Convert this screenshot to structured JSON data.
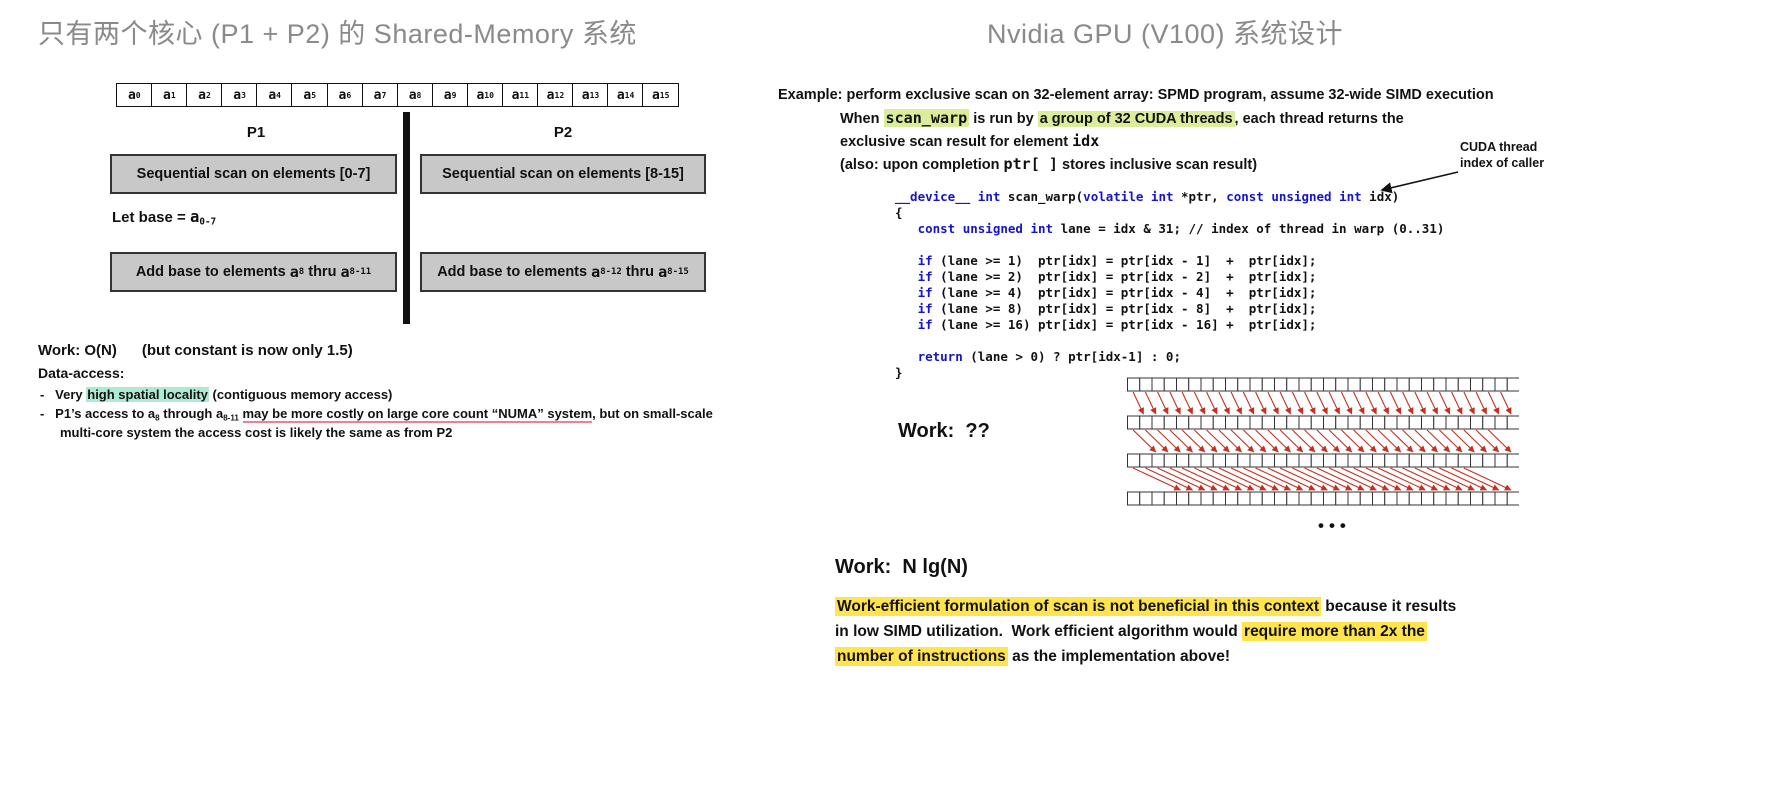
{
  "colors": {
    "hl_yellow": "#ffe44d",
    "hl_green": "#d9ed9b",
    "hl_teal": "#aeead2",
    "kw_blue": "#1414cc",
    "arrow_red": "#c53022",
    "underline_pink": "#f0808f",
    "title_gray": "#8a8a8a",
    "box_gray": "#c8c8c8"
  },
  "left": {
    "title": "只有两个核心 (P1 + P2) 的 Shared-Memory 系统",
    "array": {
      "prefix": "a",
      "subs": [
        "0",
        "1",
        "2",
        "3",
        "4",
        "5",
        "6",
        "7",
        "8",
        "9",
        "10",
        "11",
        "12",
        "13",
        "14",
        "15"
      ]
    },
    "p1_label": "P1",
    "p2_label": "P2",
    "box_p1_scan": "Sequential scan on elements [0-7]",
    "box_p2_scan": "Sequential scan on elements [8-15]",
    "let_base": [
      {
        "t": "Let base = "
      },
      {
        "t": "a",
        "cls": "m"
      },
      {
        "t": "0-7",
        "cls": "m sub"
      }
    ],
    "box_p1_add": [
      {
        "t": "Add base to elements "
      },
      {
        "t": "a",
        "cls": "m"
      },
      {
        "t": "8",
        "cls": "m sub"
      },
      {
        "t": " thru "
      },
      {
        "t": "a",
        "cls": "m"
      },
      {
        "t": "8-11",
        "cls": "m sub"
      }
    ],
    "box_p2_add": [
      {
        "t": "Add base to elements "
      },
      {
        "t": "a",
        "cls": "m"
      },
      {
        "t": "8-12",
        "cls": "m sub"
      },
      {
        "t": " thru "
      },
      {
        "t": "a",
        "cls": "m"
      },
      {
        "t": "8-15",
        "cls": "m sub"
      }
    ],
    "work_line": "Work: O(N)      (but constant is now only 1.5)",
    "data_access_label": "Data-access:",
    "bullet1": [
      {
        "t": "-   Very "
      },
      {
        "t": "high spatial locality",
        "cls": "hl-teal"
      },
      {
        "t": " (contiguous memory access)"
      }
    ],
    "bullet2_line1": [
      {
        "t": "-   P1’s access to "
      },
      {
        "t": "a"
      },
      {
        "t": "8",
        "cls": "sub"
      },
      {
        "t": " through "
      },
      {
        "t": "a"
      },
      {
        "t": "8-11",
        "cls": "sub"
      },
      {
        "t": " "
      },
      {
        "t": "may be more costly on large core count “NUMA” system",
        "cls": "ul-pink"
      },
      {
        "t": ", but on small-scale"
      }
    ],
    "bullet2_line2": "multi-core system the access cost is likely the same as from P2"
  },
  "right": {
    "title": "Nvidia GPU (V100) 系统设计",
    "intro_line1": "Example: perform exclusive scan on 32-element array: SPMD program, assume 32-wide SIMD execution",
    "intro_line2": [
      {
        "t": "When "
      },
      {
        "t": "scan_warp",
        "cls": "m hl-green"
      },
      {
        "t": " is run by "
      },
      {
        "t": "a group of 32 CUDA threads",
        "cls": "hl-green"
      },
      {
        "t": ", each thread returns the"
      }
    ],
    "intro_line3": [
      {
        "t": "exclusive scan result for element "
      },
      {
        "t": "idx",
        "cls": "m"
      }
    ],
    "intro_line4": [
      {
        "t": "(also: upon completion "
      },
      {
        "t": "ptr[ ]",
        "cls": "m"
      },
      {
        "t": " stores inclusive scan result)"
      }
    ],
    "cuda_note_line1": "CUDA thread",
    "cuda_note_line2": "index of caller",
    "code_lines": [
      [
        {
          "t": "__device__",
          "cls": "kw"
        },
        {
          "t": " "
        },
        {
          "t": "int",
          "cls": "kw"
        },
        {
          "t": " scan_warp("
        },
        {
          "t": "volatile",
          "cls": "kw"
        },
        {
          "t": " "
        },
        {
          "t": "int",
          "cls": "kw"
        },
        {
          "t": " *ptr, "
        },
        {
          "t": "const unsigned int",
          "cls": "kw"
        },
        {
          "t": " idx)"
        }
      ],
      [
        {
          "t": "{"
        }
      ],
      [
        {
          "t": "   "
        },
        {
          "t": "const unsigned int",
          "cls": "kw"
        },
        {
          "t": " lane = idx & 31; // index of thread in warp (0..31)"
        }
      ],
      [
        {
          "t": ""
        }
      ],
      [
        {
          "t": "   "
        },
        {
          "t": "if",
          "cls": "kw"
        },
        {
          "t": " (lane >= 1)  ptr[idx] = ptr[idx - 1]  +  ptr[idx];"
        }
      ],
      [
        {
          "t": "   "
        },
        {
          "t": "if",
          "cls": "kw"
        },
        {
          "t": " (lane >= 2)  ptr[idx] = ptr[idx - 2]  +  ptr[idx];"
        }
      ],
      [
        {
          "t": "   "
        },
        {
          "t": "if",
          "cls": "kw"
        },
        {
          "t": " (lane >= 4)  ptr[idx] = ptr[idx - 4]  +  ptr[idx];"
        }
      ],
      [
        {
          "t": "   "
        },
        {
          "t": "if",
          "cls": "kw"
        },
        {
          "t": " (lane >= 8)  ptr[idx] = ptr[idx - 8]  +  ptr[idx];"
        }
      ],
      [
        {
          "t": "   "
        },
        {
          "t": "if",
          "cls": "kw"
        },
        {
          "t": " (lane >= 16) ptr[idx] = ptr[idx - 16] +  ptr[idx];"
        }
      ],
      [
        {
          "t": ""
        }
      ],
      [
        {
          "t": "   "
        },
        {
          "t": "return",
          "cls": "kw"
        },
        {
          "t": " (lane > 0) ? ptr[idx-1] : 0;"
        }
      ],
      [
        {
          "t": "}"
        }
      ]
    ],
    "work_q": "Work:  ??",
    "work_n": "Work:  N lg(N)",
    "diagram": {
      "cols": 32,
      "rows": 4,
      "steps": [
        1,
        2,
        4
      ],
      "ellipsis": "•••",
      "arrow_color": "#c53022"
    },
    "conclusion": [
      [
        {
          "t": "Work-efficient formulation of scan is not beneficial in this context",
          "cls": "hl-y"
        },
        {
          "t": " because it results"
        }
      ],
      [
        {
          "t": "in low SIMD utilization.  Work efficient algorithm would "
        },
        {
          "t": "require more than 2x the",
          "cls": "hl-y"
        }
      ],
      [
        {
          "t": "number of instructions",
          "cls": "hl-y"
        },
        {
          "t": " as the implementation above!"
        }
      ]
    ]
  }
}
